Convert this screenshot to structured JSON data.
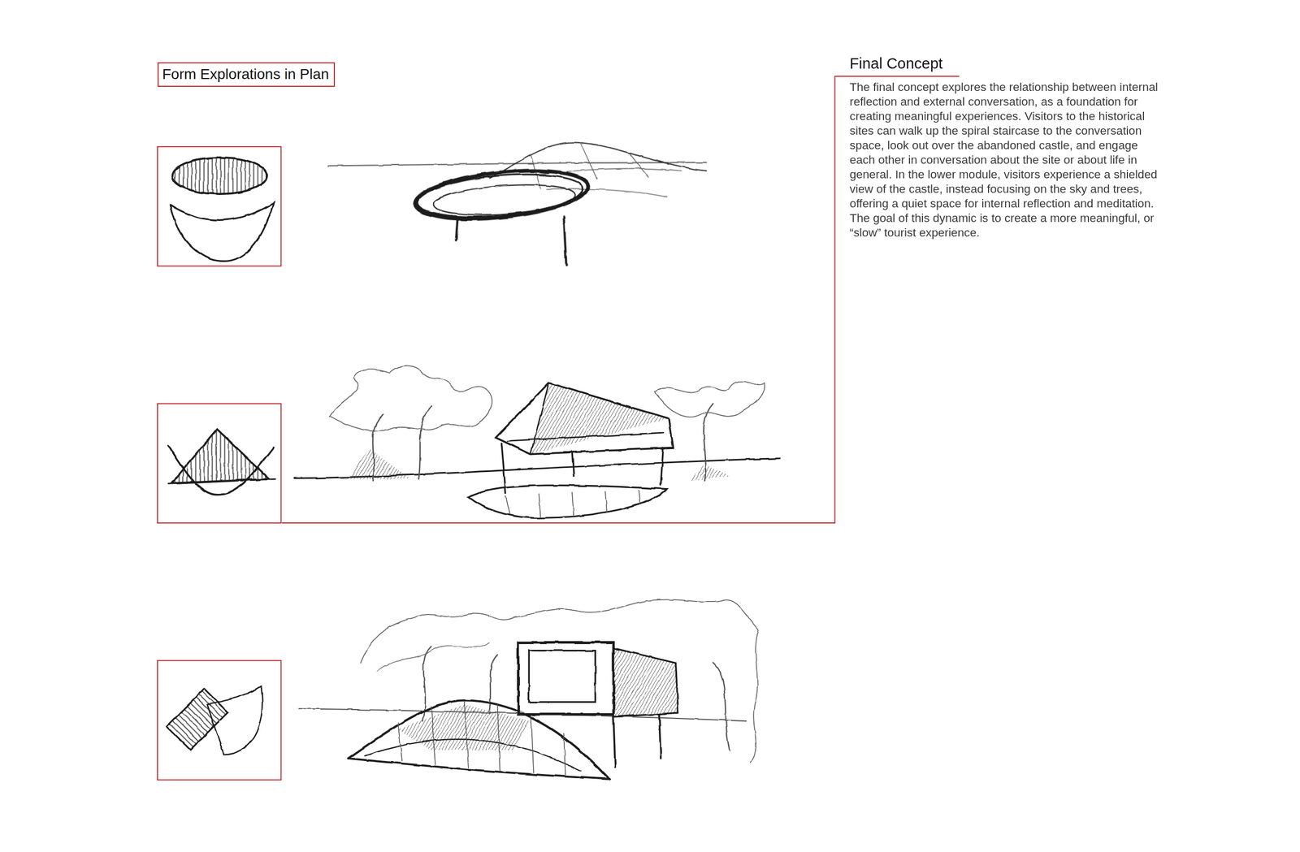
{
  "diagram": {
    "nodes": [
      {
        "text": [
          "Form Explorations in Plan"
        ]
      },
      {
        "text": [
          "Final Concept",
          "The final concept explores the relationship between internal reflection and external conversation, as a foundation for creating meaningful experiences. Visitors to the historical sites can walk up the spiral staircase to the conversation space, look out over the abandoned castle, and engage each other in conversation about the site or about life in general. In the lower module, visitors experience a shielded view of the castle, instead focusing on the sky and trees, offering a quiet space for internal reflection and meditation. The goal of this dynamic is to create a more meaningful, or “slow” tourist experience."
        ]
      }
    ]
  }
}
